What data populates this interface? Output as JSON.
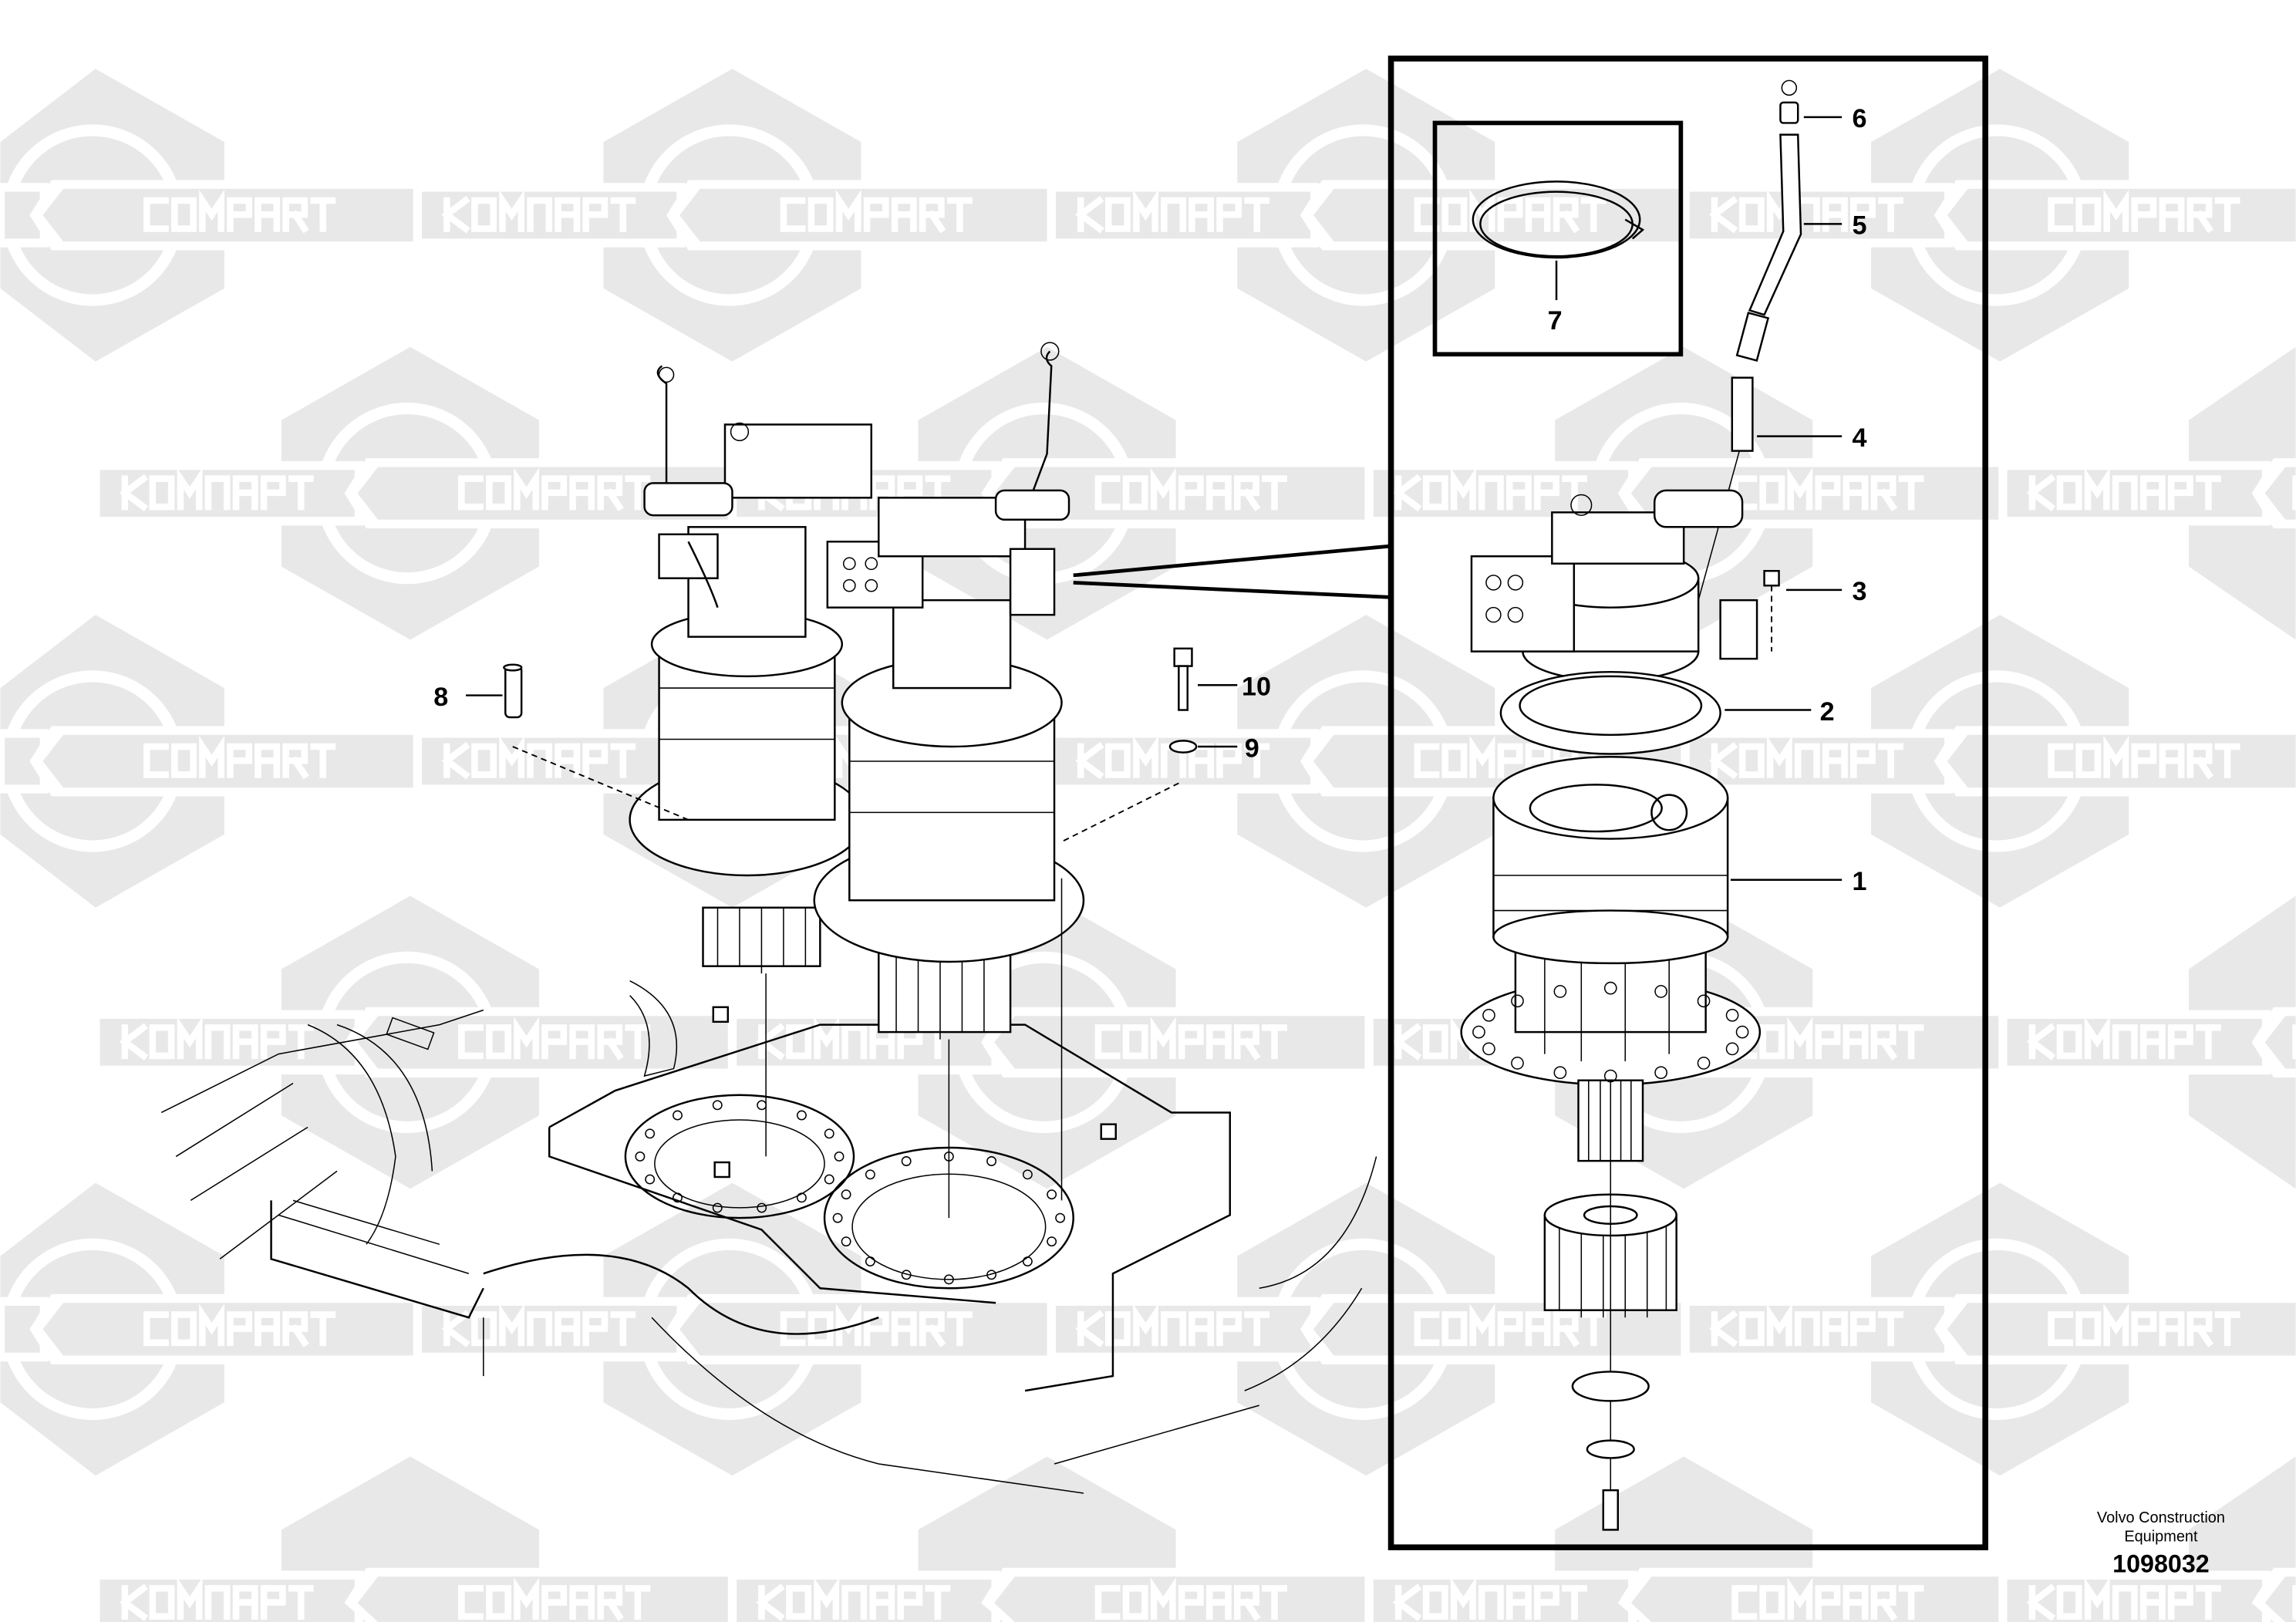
{
  "watermark": {
    "latin": "COMPART",
    "cyrillic": "КОМПАРТ",
    "color": "#e8e8e8"
  },
  "callouts": {
    "p1": "1",
    "p2": "2",
    "p3": "3",
    "p4": "4",
    "p5": "5",
    "p6": "6",
    "p7": "7",
    "p8": "8",
    "p9": "9",
    "p10": "10"
  },
  "footer": {
    "brand_line1": "Volvo Construction",
    "brand_line2": "Equipment",
    "doc_number": "1098032"
  }
}
